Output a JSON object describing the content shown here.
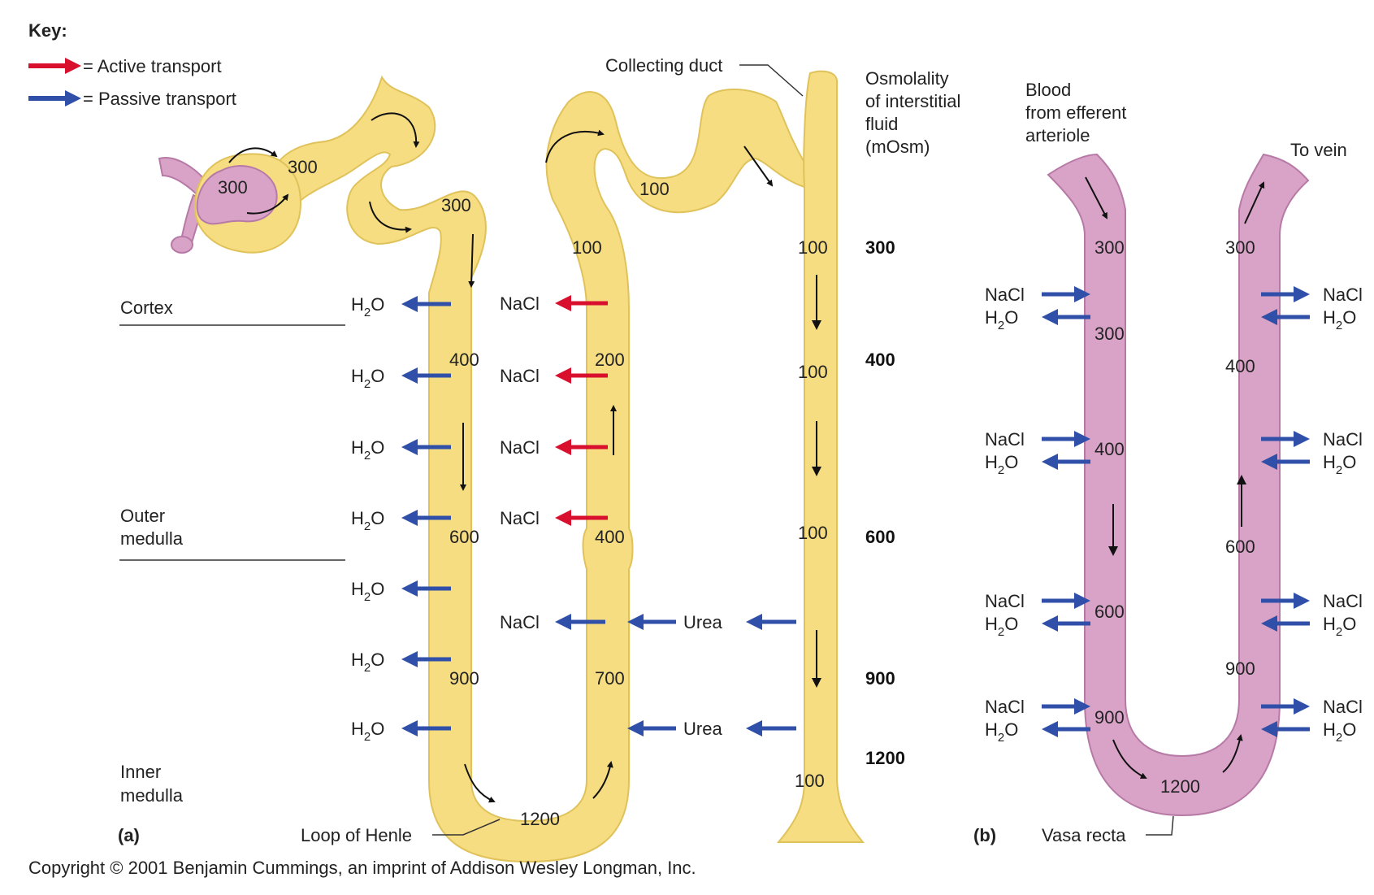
{
  "key": {
    "title": "Key:",
    "active_label": "= Active transport",
    "passive_label": "= Passive transport",
    "active_color": "#d8102e",
    "passive_color": "#2f4fa8"
  },
  "colors": {
    "nephron_fill": "#f6dd82",
    "nephron_stroke": "#e0c25a",
    "capillary_fill": "#d9a3c7",
    "capillary_stroke": "#b77aa6"
  },
  "zones": {
    "cortex": "Cortex",
    "outer": [
      "Outer",
      "medulla"
    ],
    "inner": [
      "Inner",
      "medulla"
    ]
  },
  "labels": {
    "collecting_duct": "Collecting duct",
    "loop_of_henle": "Loop of Henle",
    "vasa_recta": "Vasa recta",
    "panel_a": "(a)",
    "panel_b": "(b)",
    "osmolality_header": [
      "Osmolality",
      "of interstitial",
      "fluid",
      "(mOsm)"
    ],
    "blood_from": [
      "Blood",
      "from efferent",
      "arteriole"
    ],
    "to_vein": "To vein",
    "copyright": "Copyright © 2001 Benjamin Cummings, an imprint of Addison Wesley Longman, Inc."
  },
  "solutes": {
    "nacl": "NaCl",
    "urea": "Urea",
    "h2o_h": "H",
    "h2o_sub": "2",
    "h2o_o": "O"
  },
  "osmolality_scale": [
    "300",
    "400",
    "600",
    "900",
    "1200"
  ],
  "nephron_values": {
    "glomerulus": "300",
    "bowman": "300",
    "pct": "300",
    "descending": [
      "400",
      "600",
      "900"
    ],
    "bottom": "1200",
    "ascending": [
      "700",
      "400",
      "200",
      "100"
    ],
    "dct": "100",
    "duct": [
      "100",
      "100",
      "100",
      "100"
    ]
  },
  "vasa_values": {
    "descending": [
      "300",
      "300",
      "400",
      "600",
      "900"
    ],
    "bottom": "1200",
    "ascending": [
      "300",
      "400",
      "600",
      "900"
    ]
  }
}
